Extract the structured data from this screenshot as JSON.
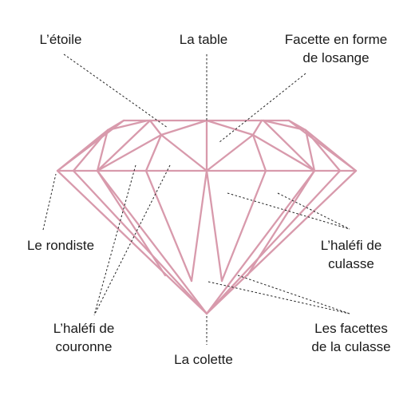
{
  "labels": {
    "star": "L’étoile",
    "table": "La table",
    "kite_line1": "Facette en forme",
    "kite_line2": "de losange",
    "girdle": "Le rondiste",
    "pavilion_main_line1": "L’haléfi de",
    "pavilion_main_line2": "culasse",
    "crown_half_line1": "L’haléfi de",
    "crown_half_line2": "couronne",
    "pavilion_facets_line1": "Les facettes",
    "pavilion_facets_line2": "de la culasse",
    "culet": "La colette"
  },
  "colors": {
    "diamond_outline": "#d89aac",
    "leader_lines": "#222222",
    "text": "#1a1a1a",
    "background": "#ffffff"
  }
}
